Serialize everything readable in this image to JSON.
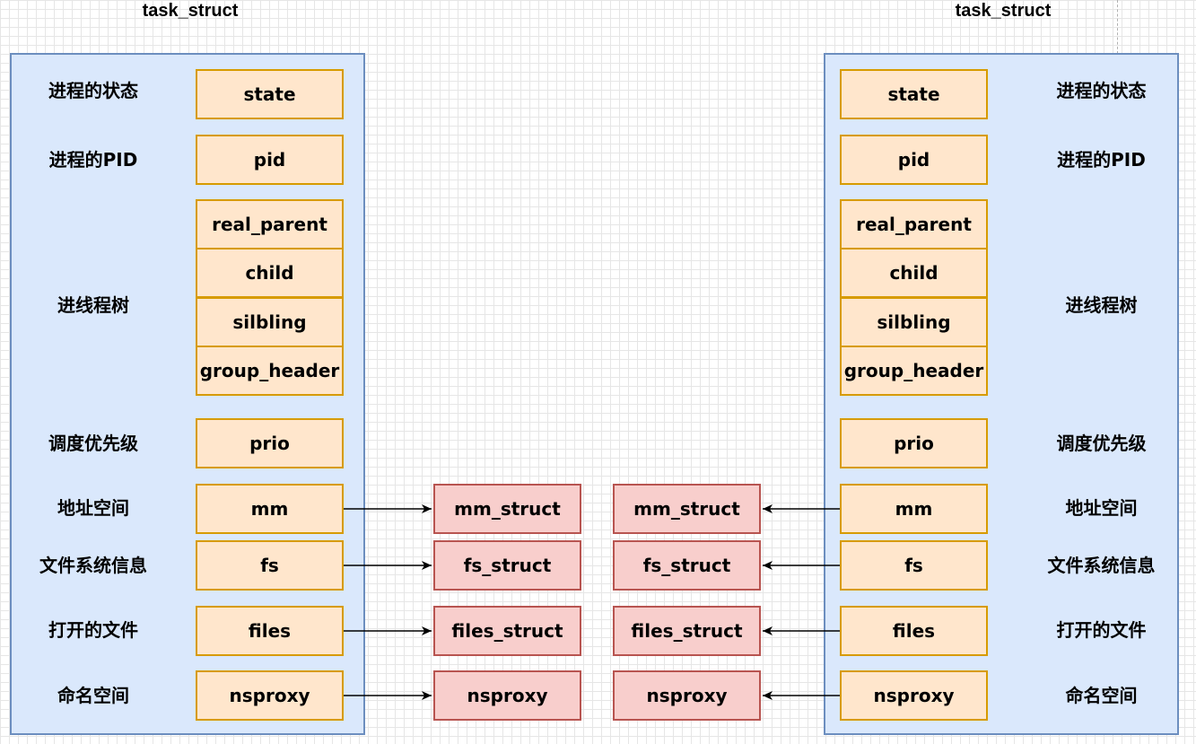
{
  "left": {
    "title": "task_struct",
    "labels": {
      "state": "进程的状态",
      "pid": "进程的PID",
      "tree": "进线程树",
      "prio": "调度优先级",
      "mm": "地址空间",
      "fs": "文件系统信息",
      "files": "打开的文件",
      "nsproxy": "命名空间"
    },
    "fields": {
      "state": "state",
      "pid": "pid",
      "real_parent": "real_parent",
      "child": "child",
      "silbling": "silbling",
      "group_header": "group_header",
      "prio": "prio",
      "mm": "mm",
      "fs": "fs",
      "files": "files",
      "nsproxy": "nsproxy"
    },
    "targets": {
      "mm": "mm_struct",
      "fs": "fs_struct",
      "files": "files_struct",
      "nsproxy": "nsproxy"
    }
  },
  "right": {
    "title": "task_struct",
    "labels": {
      "state": "进程的状态",
      "pid": "进程的PID",
      "tree": "进线程树",
      "prio": "调度优先级",
      "mm": "地址空间",
      "fs": "文件系统信息",
      "files": "打开的文件",
      "nsproxy": "命名空间"
    },
    "fields": {
      "state": "state",
      "pid": "pid",
      "real_parent": "real_parent",
      "child": "child",
      "silbling": "silbling",
      "group_header": "group_header",
      "prio": "prio",
      "mm": "mm",
      "fs": "fs",
      "files": "files",
      "nsproxy": "nsproxy"
    },
    "targets": {
      "mm": "mm_struct",
      "fs": "fs_struct",
      "files": "files_struct",
      "nsproxy": "nsproxy"
    }
  },
  "colors": {
    "panel_fill": "#dae8fc",
    "panel_stroke": "#6c8ebf",
    "field_fill": "#ffe6cc",
    "field_stroke": "#d79b00",
    "struct_fill": "#f8cecc",
    "struct_stroke": "#b85450"
  }
}
